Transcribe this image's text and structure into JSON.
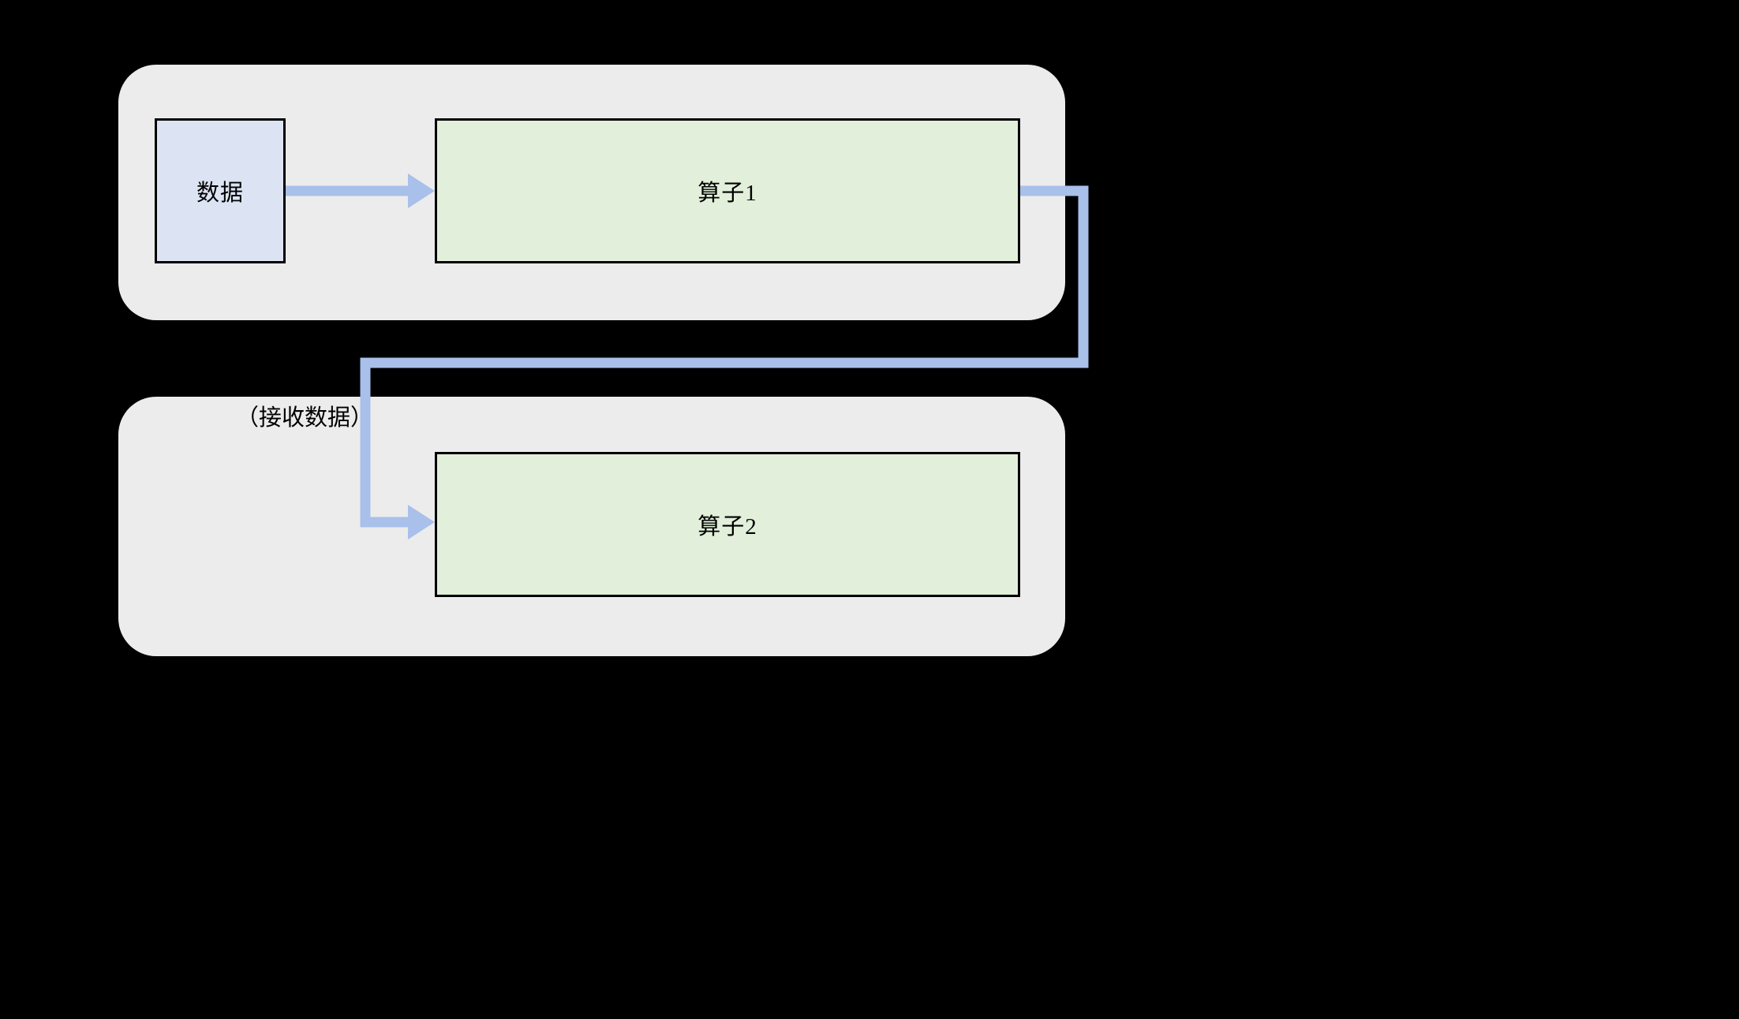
{
  "diagram": {
    "title": "",
    "background_color": "#000000",
    "groups": [
      {
        "id": "group-top",
        "name": "top-process-group",
        "label": "",
        "fill": "#ececec",
        "border_style": "dashed"
      },
      {
        "id": "group-bottom",
        "name": "bottom-process-group",
        "label": "",
        "fill": "#ececec",
        "border_style": "dashed"
      }
    ],
    "nodes": [
      {
        "id": "node-data",
        "label": "数据",
        "fill": "#dce4f4",
        "stroke": "#000000"
      },
      {
        "id": "node-op1",
        "label": "算子1",
        "fill": "#e2efda",
        "stroke": "#000000"
      },
      {
        "id": "node-op2",
        "label": "算子2",
        "fill": "#e2efda",
        "stroke": "#000000"
      }
    ],
    "edges": [
      {
        "id": "edge-data-to-op1",
        "from": "node-data",
        "to": "node-op1",
        "label": "",
        "color": "#a8c0ea"
      },
      {
        "id": "edge-op1-to-op2",
        "from": "node-op1",
        "to": "node-op2",
        "label": "（接收数据）",
        "color": "#a8c0ea"
      }
    ],
    "colors": {
      "connector": "#a8c0ea",
      "group_fill": "#ececec",
      "data_fill": "#dce4f4",
      "operator_fill": "#e2efda",
      "stroke": "#000000",
      "background": "#000000"
    }
  }
}
